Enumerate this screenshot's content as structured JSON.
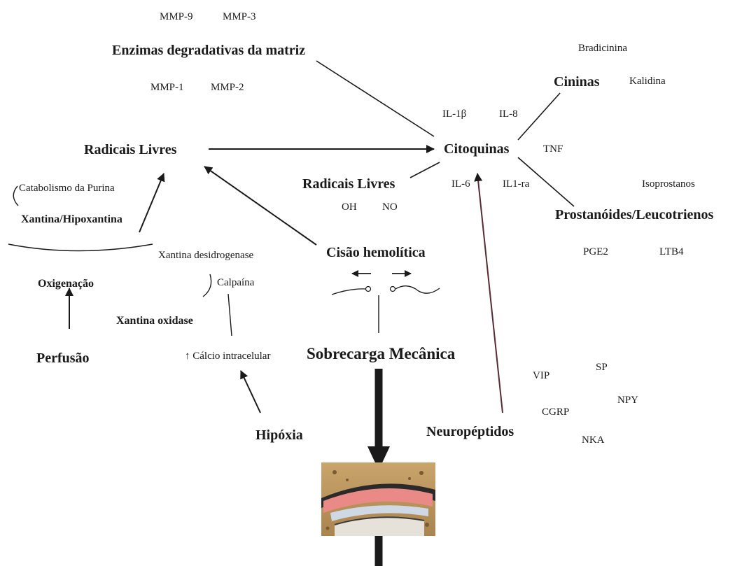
{
  "labels": {
    "mmp9": "MMP-9",
    "mmp3": "MMP-3",
    "enzimas": "Enzimas degradativas da matriz",
    "mmp1": "MMP-1",
    "mmp2": "MMP-2",
    "bradicinina": "Bradicinina",
    "cininas": "Cininas",
    "kalidina": "Kalidina",
    "il1b": "IL-1β",
    "il8": "IL-8",
    "radicais_livres_main": "Radicais Livres",
    "citoquinas": "Citoquinas",
    "tnf": "TNF",
    "catabolismo": "Catabolismo da Purina",
    "radicais_livres_small": "Radicais Livres",
    "il6": "IL-6",
    "il1ra": "IL1-ra",
    "isoprostanos": "Isoprostanos",
    "xantina_hipoxantina": "Xantina/Hipoxantina",
    "oh": "OH",
    "no": "NO",
    "prostanoides": "Prostanóides/Leucotrienos",
    "xantina_desidrogenase": "Xantina desidrogenase",
    "cisao": "Cisão hemolítica",
    "pge2": "PGE2",
    "ltb4": "LTB4",
    "oxigenacao": "Oxigenação",
    "calpaina": "Calpaína",
    "xantina_oxidase": "Xantina oxidase",
    "perfusao": "Perfusão",
    "calcio": "↑ Cálcio intracelular",
    "sobrecarga": "Sobrecarga Mecânica",
    "sp": "SP",
    "vip": "VIP",
    "npy": "NPY",
    "cgrp": "CGRP",
    "hipoxia": "Hipóxia",
    "neuropeptidos": "Neuropéptidos",
    "nka": "NKA"
  }
}
